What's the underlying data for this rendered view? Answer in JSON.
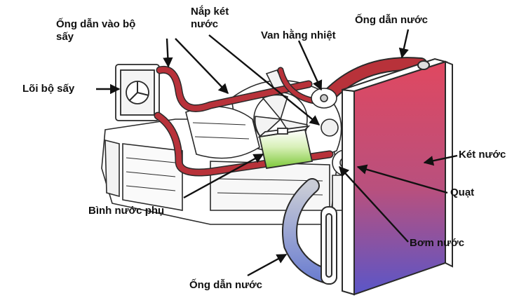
{
  "labels": {
    "heater_hose": [
      "Ống dẫn vào bộ",
      "sấy"
    ],
    "heater_core": "Lõi bộ sấy",
    "radiator_cap": [
      "Nắp két",
      "nước"
    ],
    "thermostat": "Van hằng nhiệt",
    "upper_hose": "Ống dẫn nước",
    "radiator": "Két nước",
    "fan": "Quạt",
    "reservoir": "Bình nước phụ",
    "water_pump": "Bơm nước",
    "lower_hose": "Ống dẫn nước"
  },
  "colors": {
    "hose_red": "#b8323a",
    "hose_blue": "#7f8fd0",
    "radiator_top": "#e04860",
    "radiator_bottom": "#5a56c8",
    "reservoir_green": "#8fd44a",
    "outline": "#2a2a2a",
    "arrow": "#111111"
  }
}
